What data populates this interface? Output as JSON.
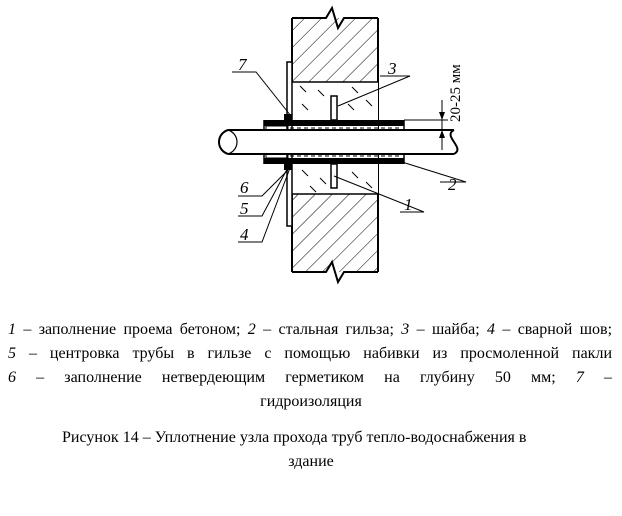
{
  "diagram": {
    "callouts": [
      "1",
      "2",
      "3",
      "4",
      "5",
      "6",
      "7"
    ],
    "dimension_label": "20-25 мм"
  },
  "legend": {
    "items": [
      {
        "num": "1",
        "text": "заполнение проема бетоном"
      },
      {
        "num": "2",
        "text": "стальная гильза"
      },
      {
        "num": "3",
        "text": "шайба"
      },
      {
        "num": "4",
        "text": "сварной шов"
      },
      {
        "num": "5",
        "text": "центровка трубы в гильзе с помощью набивки из просмоленной пакли"
      },
      {
        "num": "6",
        "text": "заполнение нетвердеющим герметиком на глубину 50 мм"
      },
      {
        "num": "7",
        "text": "гидроизоляция"
      }
    ]
  },
  "caption": {
    "line1": "Рисунок 14 – Уплотнение узла прохода труб тепло-водоснабжения в",
    "line2": "здание"
  }
}
